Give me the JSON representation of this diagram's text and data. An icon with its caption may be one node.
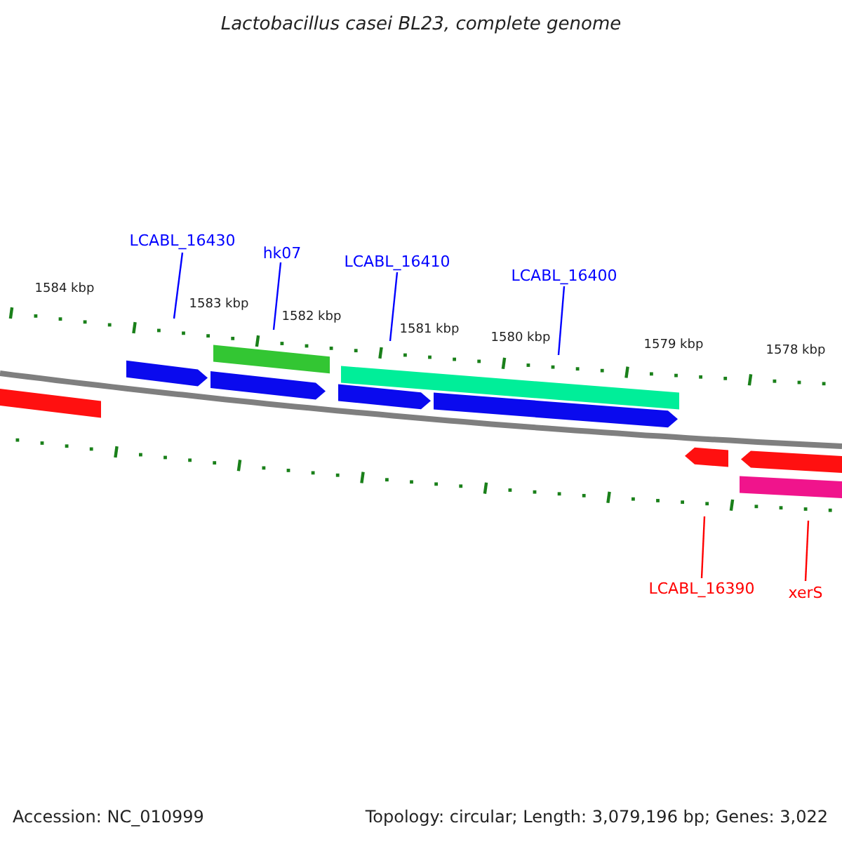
{
  "diagram": {
    "title": "Lactobacillus casei BL23, complete genome",
    "nodes": [
      {
        "text": [
          "LCABL_16430"
        ]
      },
      {
        "text": [
          "hk07"
        ]
      },
      {
        "text": [
          "LCABL_16410"
        ]
      },
      {
        "text": [
          "LCABL_16400"
        ]
      },
      {
        "text": [
          "LCABL_16390"
        ]
      },
      {
        "text": [
          "xerS"
        ]
      },
      {
        "text": [],
        "shape": "picture"
      }
    ],
    "edges": [
      {
        "from": 0,
        "to": 6,
        "arrow": "none"
      },
      {
        "from": 1,
        "to": 6,
        "arrow": "none"
      },
      {
        "from": 2,
        "to": 6,
        "arrow": "none"
      },
      {
        "from": 3,
        "to": 6,
        "arrow": "none"
      },
      {
        "from": 4,
        "to": 6,
        "arrow": "none",
        "color": "#ff0000"
      },
      {
        "from": 5,
        "to": 6,
        "arrow": "none",
        "color": "#ff0000"
      }
    ],
    "labels": [
      "1584 kbp",
      "1583 kbp",
      "1582 kbp",
      "1581 kbp",
      "1580 kbp",
      "1579 kbp",
      "1578 kbp",
      "Accession: NC_010999",
      "Topology: circular; Length: 3,079,196 bp; Genes: 3,022"
    ]
  }
}
